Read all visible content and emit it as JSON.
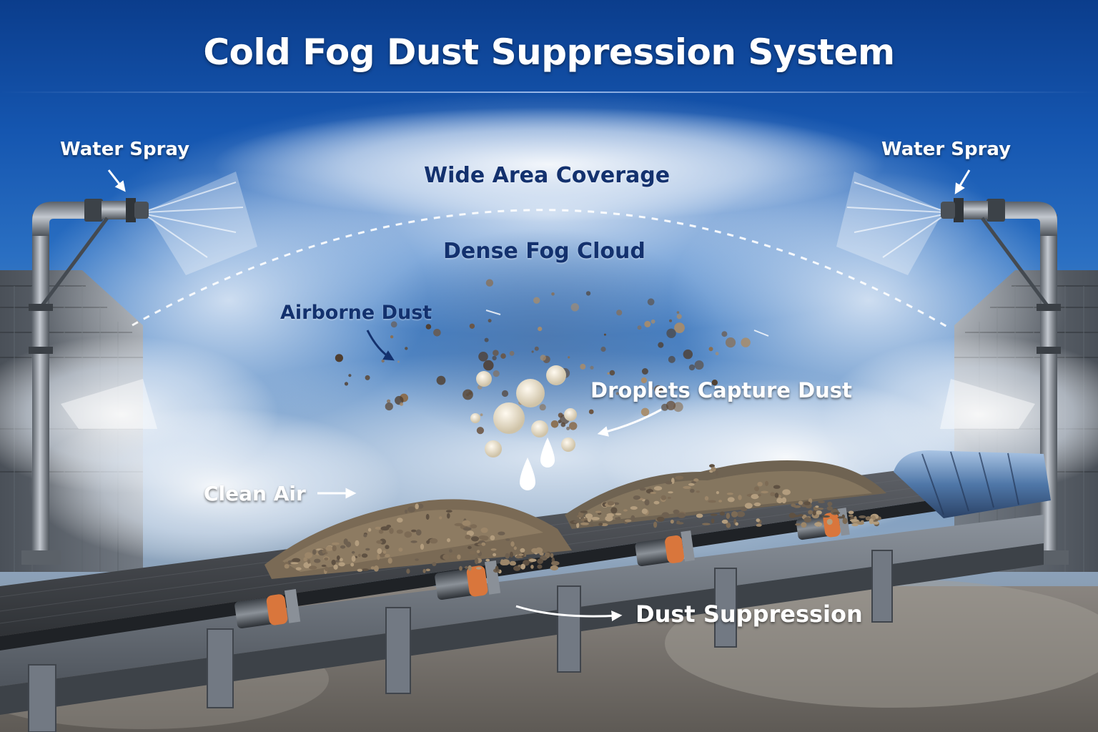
{
  "title": "Cold Fog Dust Suppression System",
  "labels": {
    "water_spray_left": "Water Spray",
    "water_spray_right": "Water Spray",
    "wide_area_coverage": "Wide Area Coverage",
    "dense_fog_cloud": "Dense Fog Cloud",
    "airborne_dust": "Airborne Dust",
    "droplets_capture_dust": "Droplets Capture Dust",
    "clean_air": "Clean Air",
    "dust_suppression": "Dust Suppression"
  },
  "colors": {
    "sky_top": "#0b3d8c",
    "label_navy": "#13316e",
    "label_white": "#ffffff",
    "roller_orange": "#d9763c",
    "frame_steel": "#6c737c"
  }
}
